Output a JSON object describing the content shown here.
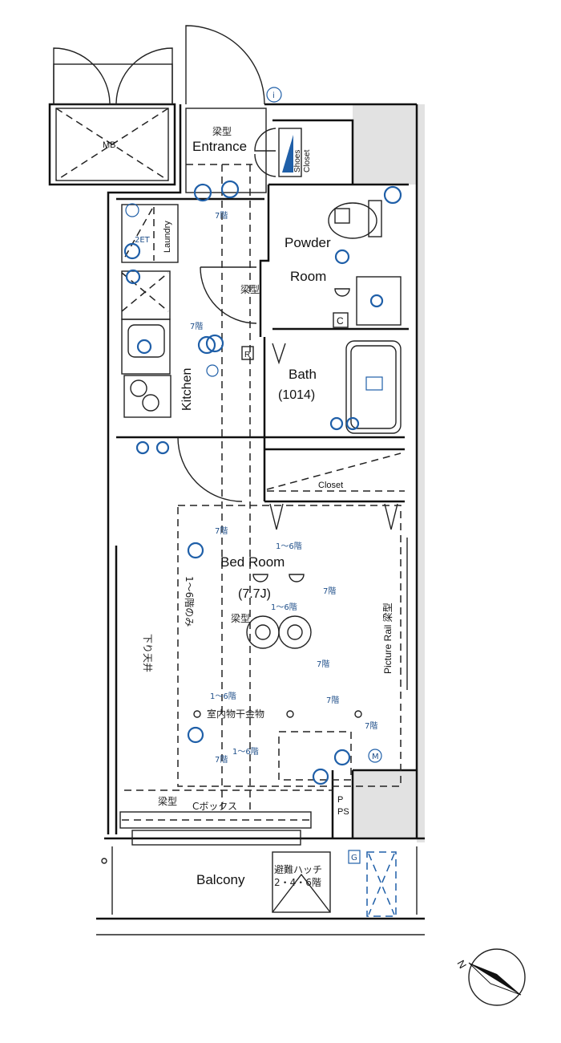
{
  "title": "Apartment floor plan",
  "rooms": {
    "mb": "MB",
    "entrance": "Entrance",
    "entrance_beam": "梁型",
    "shoes_closet_1": "Shoes",
    "shoes_closet_2": "Closet",
    "laundry": "Laundry",
    "powder_1": "Powder",
    "powder_2": "Room",
    "kitchen": "Kitchen",
    "bath": "Bath",
    "bath_size": "(1014)",
    "closet": "Closet",
    "bedroom": "Bed Room",
    "bedroom_size": "(7.7J)",
    "lowered_ceiling": "下り天井",
    "floors_only": "1～6階のみ",
    "picture_rail": "Picture Rail 梁型",
    "hanger": "室内物干金物",
    "beam_cbox_1": "梁型",
    "beam_cbox_2": "Cボックス",
    "ps": "PS",
    "balcony": "Balcony",
    "hatch_1": "避難ハッチ",
    "hatch_2": "2・4・6階",
    "beam": "梁型",
    "c_mark": "C",
    "g_mark": "G",
    "m_mark": "M",
    "r_mark": "R",
    "i_mark": "i",
    "set_mark": "2ET"
  },
  "floor_notes": {
    "f7": "7階",
    "f16": "1～6階"
  },
  "compass": {
    "label": "N"
  },
  "colors": {
    "wall": "#111111",
    "fixture": "#1f5fa8",
    "shaded": "#e2e2e2"
  }
}
